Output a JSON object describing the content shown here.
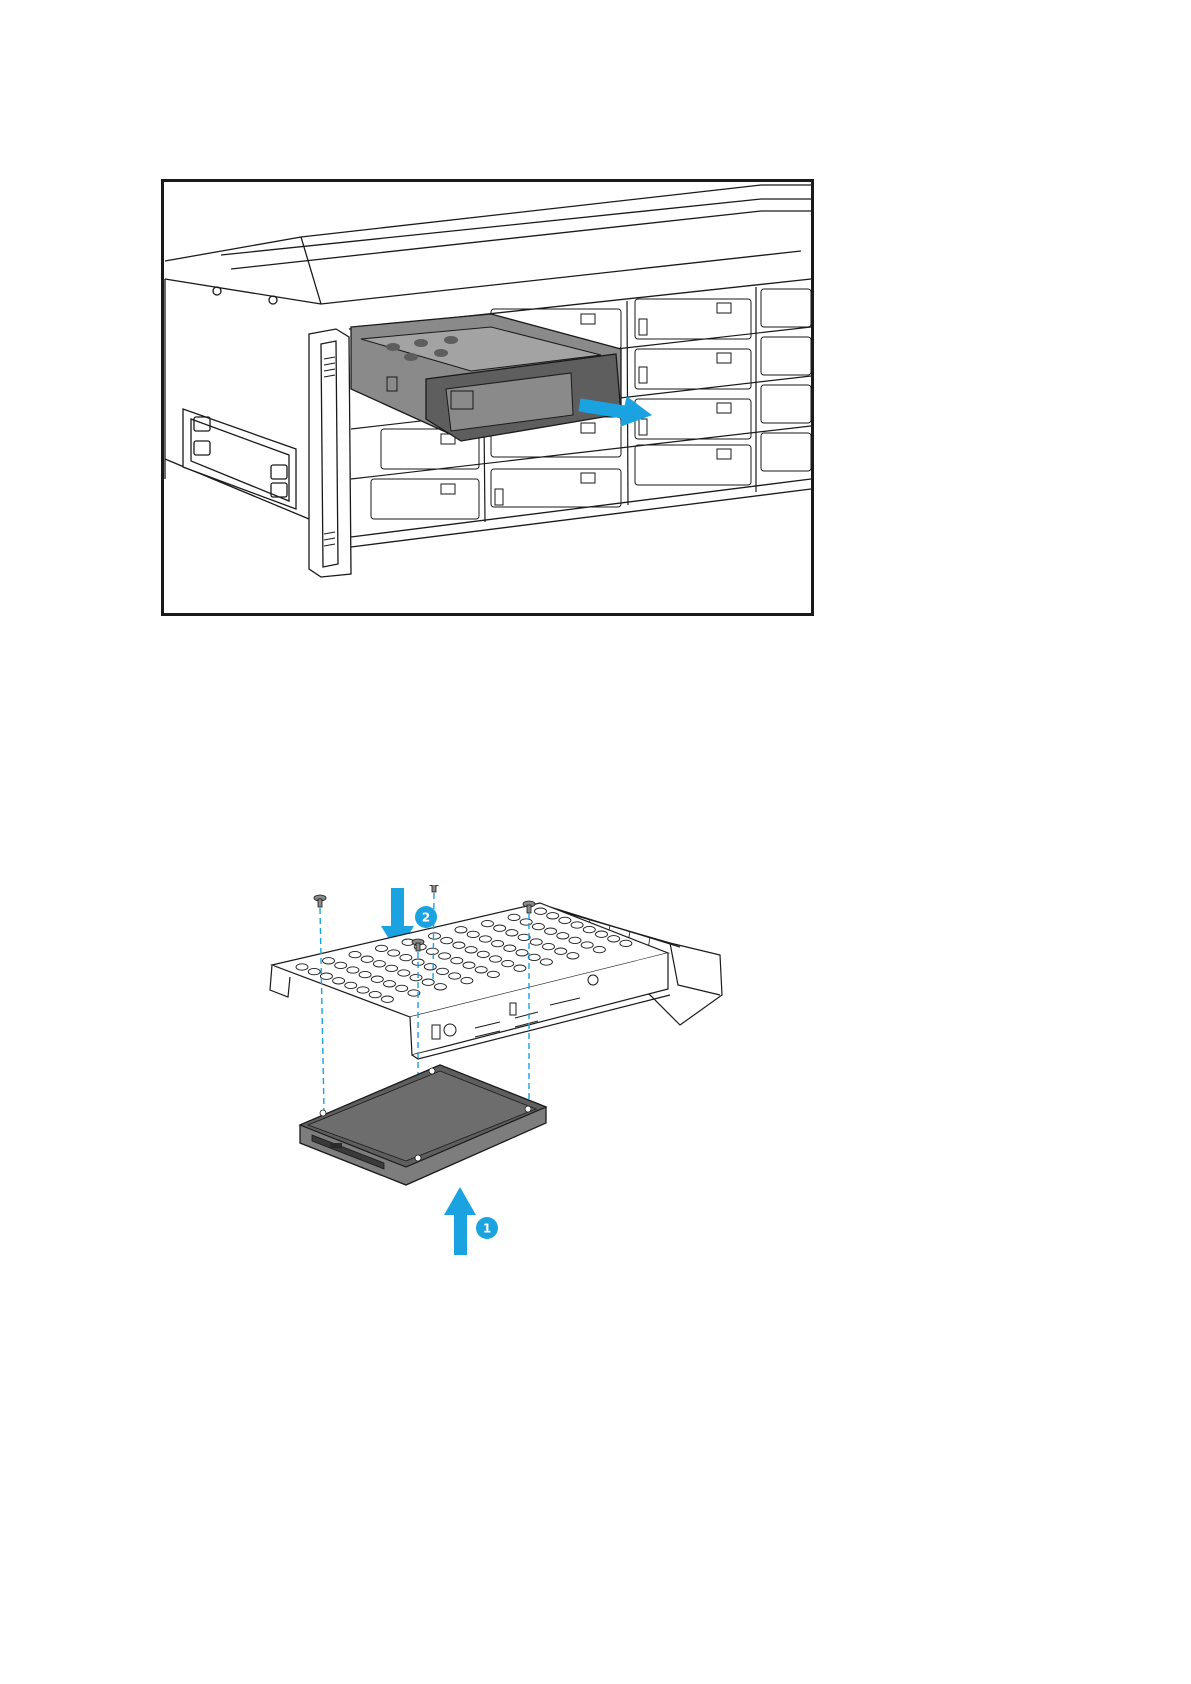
{
  "figures": [
    {
      "id": "nas-tray-removal",
      "kind": "illustration"
    },
    {
      "id": "ssd-installation",
      "kind": "illustration",
      "steps": [
        {
          "number": "1",
          "direction": "up"
        },
        {
          "number": "2",
          "direction": "down"
        }
      ]
    }
  ],
  "colors": {
    "accent": "#1aa3e0",
    "line": "#1a1a1a",
    "tray_fill": "#8a8a8a",
    "tray_dark": "#5e5e5e",
    "drive_fill": "#7d7d7d"
  }
}
